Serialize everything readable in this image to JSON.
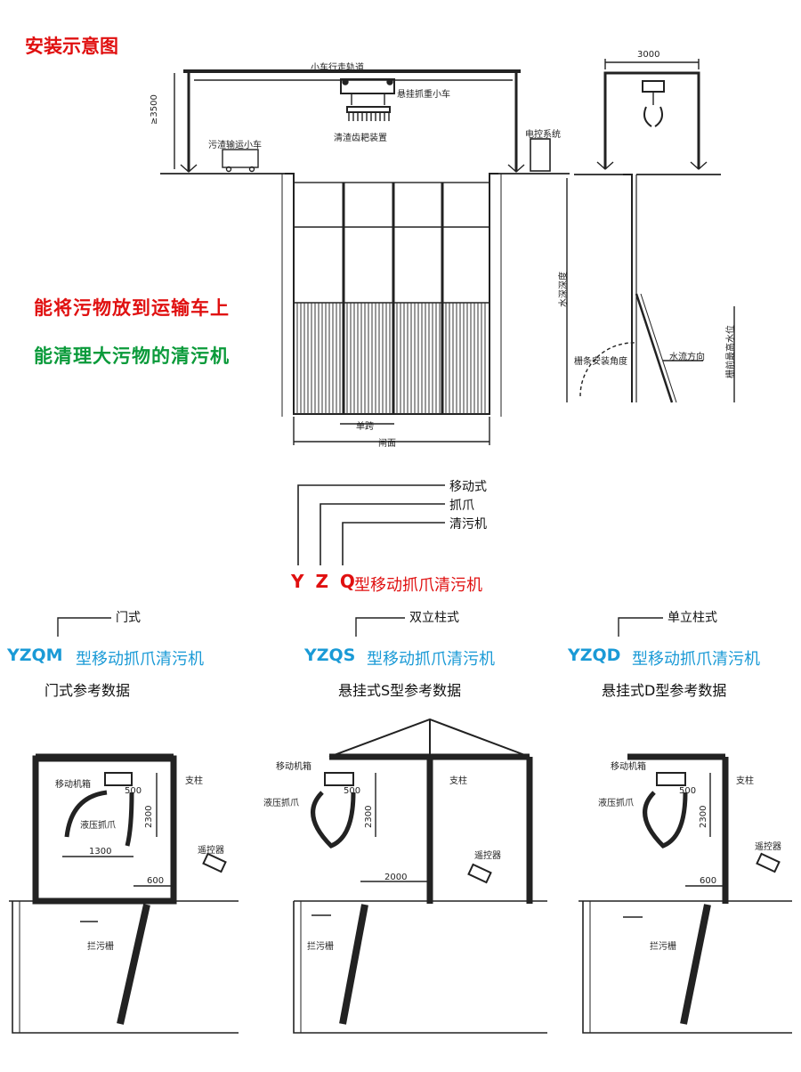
{
  "page": {
    "title": "安装示意图",
    "slogan_red": "能将污物放到运输车上",
    "slogan_green": "能清理大污物的清污机"
  },
  "install_diagram": {
    "track_label": "小车行走轨道",
    "trolley_label": "悬挂抓重小车",
    "rake_label": "清渣齿耙装置",
    "cart_label": "污渣输运小车",
    "control_label": "电控系统",
    "height_label": "≥3500",
    "span_label": "3000",
    "bar_label": "单跨",
    "width_label": "闸面",
    "depth_label": "水深深度",
    "angle_label": "栅条安装角度",
    "flow_label": "水流方向",
    "level_label": "栅前最高水位"
  },
  "naming": {
    "item1": "移动式",
    "item2": "抓爪",
    "item3": "清污机",
    "code": "Y Z Q",
    "suffix": "型移动抓爪清污机"
  },
  "models": [
    {
      "tag": "门式",
      "code": "YZQM",
      "name": "型移动抓爪清污机",
      "ref": "门式参考数据"
    },
    {
      "tag": "双立柱式",
      "code": "YZQS",
      "name": "型移动抓爪清污机",
      "ref": "悬挂式S型参考数据"
    },
    {
      "tag": "单立柱式",
      "code": "YZQD",
      "name": "型移动抓爪清污机",
      "ref": "悬挂式D型参考数据"
    }
  ],
  "detail_labels": {
    "m": {
      "drive": "移动机箱",
      "column": "支柱",
      "grab": "液压抓爪",
      "rack": "拦污栅",
      "sensor": "遥控器",
      "d500": "500",
      "d2300": "2300",
      "d1300": "1300",
      "d600": "600"
    },
    "s": {
      "drive": "移动机箱",
      "column": "支柱",
      "grab": "液压抓爪",
      "rack": "拦污栅",
      "sensor": "遥控器",
      "d500": "500",
      "d2300": "2300",
      "d2000": "2000"
    },
    "d": {
      "drive": "移动机箱",
      "column": "支柱",
      "grab": "液压抓爪",
      "rack": "拦污栅",
      "sensor": "遥控器",
      "d500": "500",
      "d2300": "2300",
      "d600": "600"
    }
  }
}
